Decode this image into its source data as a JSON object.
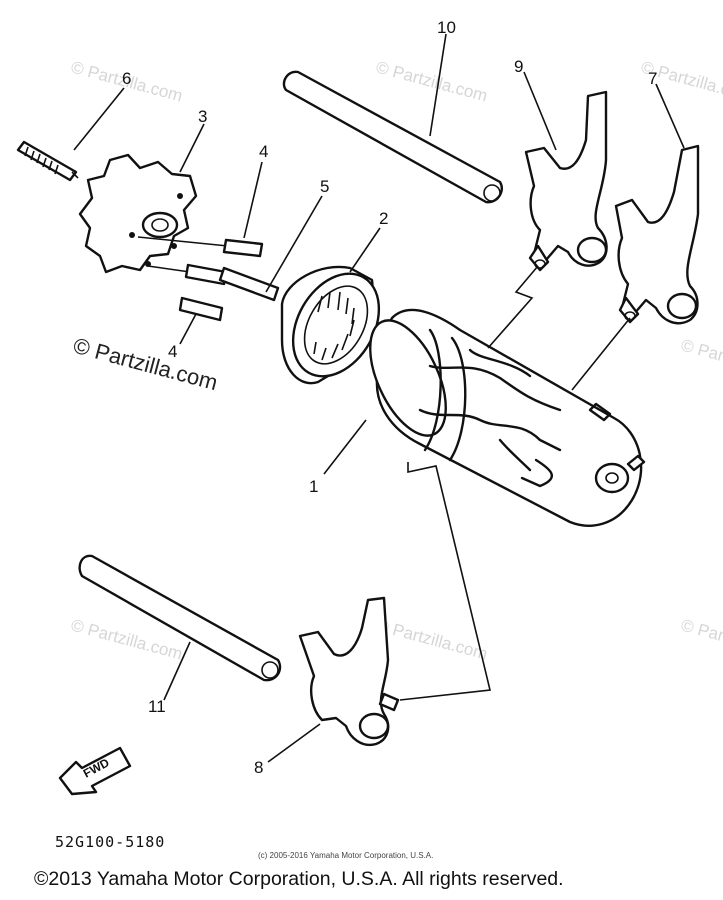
{
  "watermark_small": "© Partzilla.com",
  "watermark_large": "© Partzilla.com",
  "callouts": {
    "p1": "1",
    "p2": "2",
    "p3": "3",
    "p4a": "4",
    "p4b": "4",
    "p5": "5",
    "p6": "6",
    "p7": "7",
    "p8": "8",
    "p9": "9",
    "p10": "10",
    "p11": "11"
  },
  "fwd_label": "FWD",
  "diagram_code": "52G100-5180",
  "small_copyright": "(c) 2005-2016 Yamaha Motor Corporation, U.S.A.",
  "footer_copyright": "©2013 Yamaha Motor Corporation, U.S.A. All rights reserved."
}
